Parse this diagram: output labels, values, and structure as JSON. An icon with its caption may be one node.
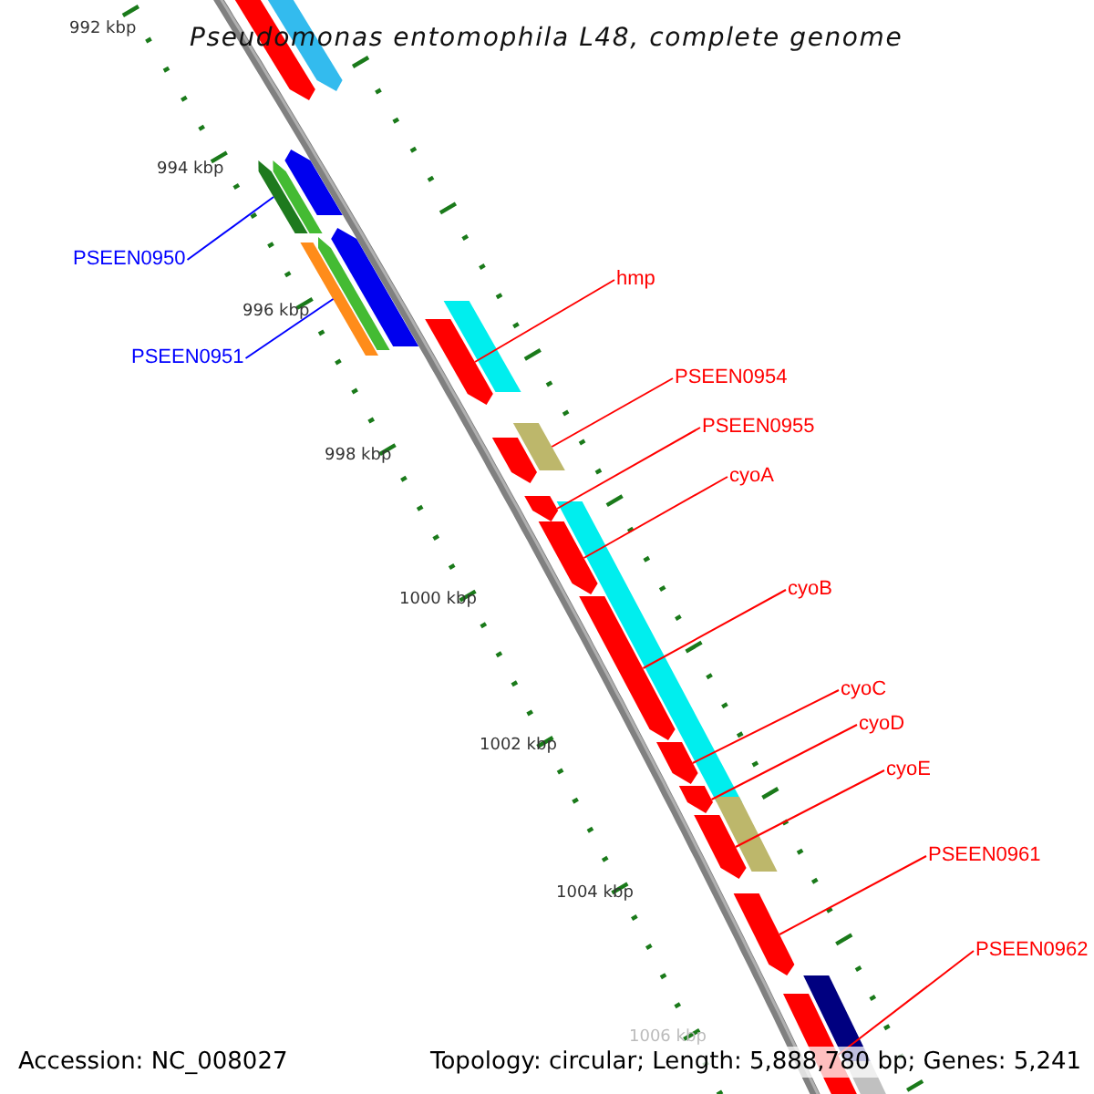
{
  "diagram": {
    "title": "Pseudomonas entomophila L48, complete genome",
    "nodes": [
      {
        "text": [
          "PSEEN0950"
        ]
      },
      {
        "text": [
          "PSEEN0951"
        ]
      },
      {
        "text": [
          "hmp"
        ]
      },
      {
        "text": [
          "PSEEN0954"
        ]
      },
      {
        "text": [
          "PSEEN0955"
        ]
      },
      {
        "text": [
          "cyoA"
        ]
      },
      {
        "text": [
          "cyoB"
        ]
      },
      {
        "text": [
          "cyoC"
        ]
      },
      {
        "text": [
          "cyoD"
        ]
      },
      {
        "text": [
          "cyoE"
        ]
      },
      {
        "text": [
          "PSEEN0961"
        ]
      },
      {
        "text": [
          "PSEEN0962"
        ]
      },
      {
        "text": [],
        "shape": "bar"
      },
      {
        "text": [],
        "shape": "bar"
      },
      {
        "text": [],
        "shape": "bar"
      },
      {
        "text": [],
        "shape": "bar"
      },
      {
        "text": [],
        "shape": "bar"
      },
      {
        "text": [],
        "shape": "bar"
      },
      {
        "text": [],
        "shape": "bar"
      },
      {
        "text": [],
        "shape": "bar"
      },
      {
        "text": [],
        "shape": "bar"
      },
      {
        "text": [],
        "shape": "bar"
      },
      {
        "text": [],
        "shape": "bar"
      },
      {
        "text": [],
        "shape": "bar"
      },
      {
        "text": [],
        "shape": "bar"
      }
    ],
    "edges": [
      {
        "from": 0,
        "to": 13,
        "arrow": "none",
        "color": "#0000ff"
      },
      {
        "from": 1,
        "to": 14,
        "arrow": "none",
        "color": "#0000ff"
      },
      {
        "from": 2,
        "to": 15,
        "arrow": "none"
      },
      {
        "from": 3,
        "to": 16,
        "arrow": "none"
      },
      {
        "from": 4,
        "to": 17,
        "arrow": "none"
      },
      {
        "from": 5,
        "to": 18,
        "arrow": "none"
      },
      {
        "from": 6,
        "to": 19,
        "arrow": "none"
      },
      {
        "from": 7,
        "to": 20,
        "arrow": "none"
      },
      {
        "from": 8,
        "to": 21,
        "arrow": "none"
      },
      {
        "from": 9,
        "to": 22,
        "arrow": "none"
      },
      {
        "from": 10,
        "to": 23,
        "arrow": "none"
      },
      {
        "from": 11,
        "to": 24,
        "arrow": "none"
      }
    ],
    "labels": [
      "992 kbp",
      "994 kbp",
      "996 kbp",
      "998 kbp",
      "1000 kbp",
      "1002 kbp",
      "1004 kbp",
      "1006 kbp",
      "Accession: NC_008027",
      "Topology: circular; Length: 5,888,780 bp; Genes: 5,241"
    ]
  }
}
